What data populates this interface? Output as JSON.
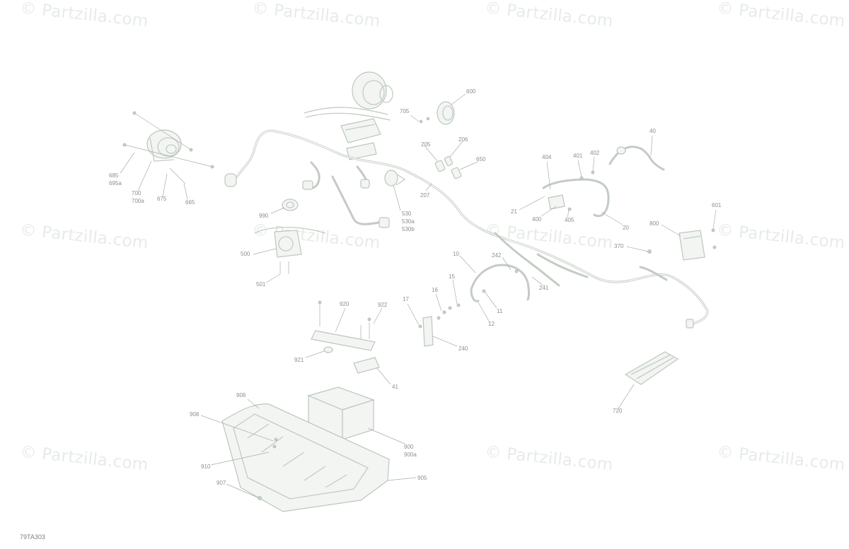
{
  "watermark": {
    "text": "© Partzilla.com"
  },
  "diagram_code": "79TA303",
  "callouts": [
    "685",
    "695a",
    "700",
    "700a",
    "675",
    "665",
    "600",
    "705",
    "205",
    "206",
    "650",
    "207",
    "990",
    "530",
    "530a",
    "530b",
    "40",
    "404",
    "401",
    "402",
    "21",
    "400",
    "405",
    "20",
    "601",
    "800",
    "370",
    "500",
    "501",
    "10",
    "242",
    "241",
    "15",
    "16",
    "17",
    "11",
    "12",
    "920",
    "922",
    "240",
    "921",
    "41",
    "720",
    "906",
    "908",
    "900",
    "900a",
    "910",
    "907",
    "905"
  ]
}
